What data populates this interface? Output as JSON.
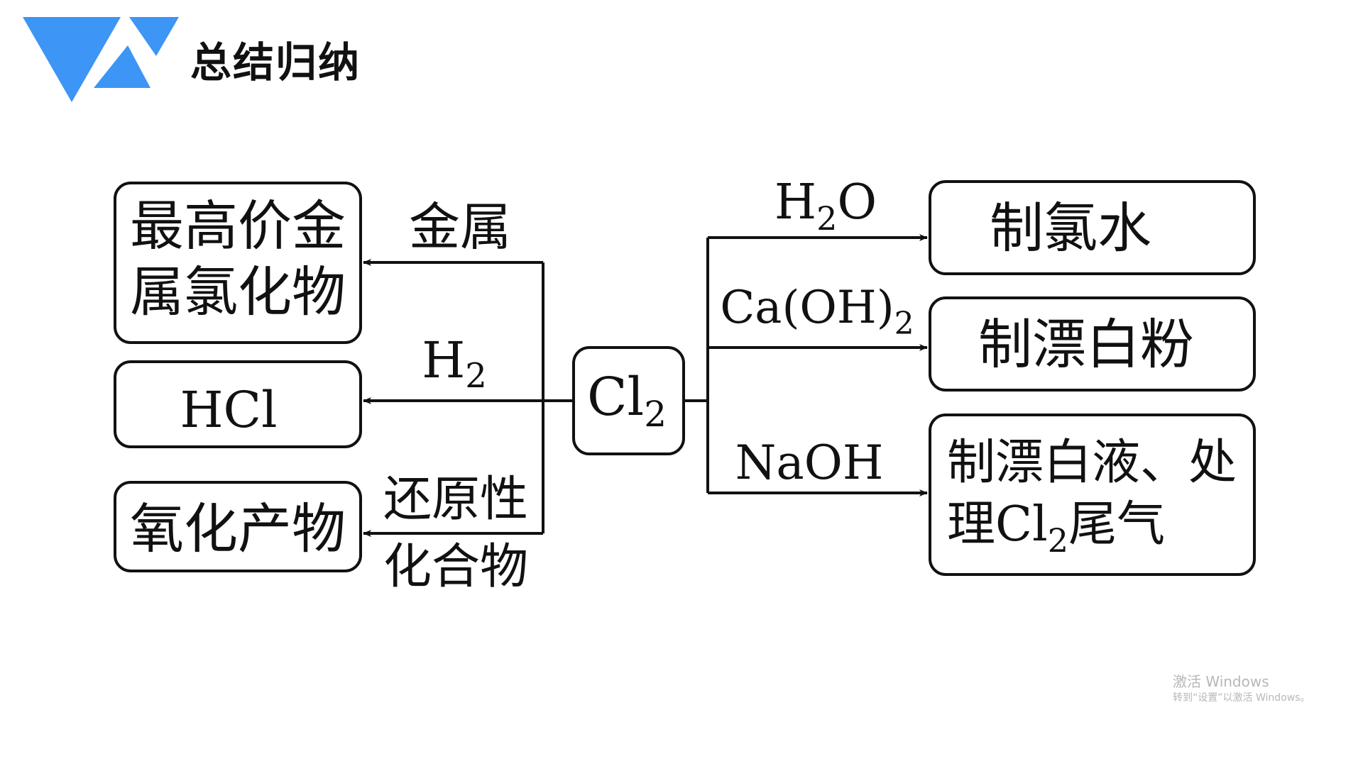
{
  "header": {
    "title": "总结归纳",
    "logo_color": "#3d95f5"
  },
  "diagram": {
    "center": {
      "main": "Cl",
      "sub": "2"
    },
    "left": [
      {
        "node": {
          "lines": [
            "最高价金",
            "属氯化物"
          ]
        },
        "reagent": {
          "lines": [
            "金属"
          ]
        }
      },
      {
        "node": {
          "main": "HCl"
        },
        "reagent": {
          "main": "H",
          "sub": "2"
        }
      },
      {
        "node": {
          "lines": [
            "氧化产物"
          ]
        },
        "reagent": {
          "lines": [
            "还原性",
            "化合物"
          ]
        }
      }
    ],
    "right": [
      {
        "node": {
          "lines": [
            "制氯水"
          ]
        },
        "reagent": {
          "main": "H",
          "sub": "2",
          "tail": "O"
        }
      },
      {
        "node": {
          "lines": [
            "制漂白粉"
          ]
        },
        "reagent": {
          "main": "Ca(OH)",
          "sub": "2"
        }
      },
      {
        "node": {
          "line1": "制漂白液、处",
          "line2_pre": "理Cl",
          "line2_sub": "2",
          "line2_post": "尾气"
        },
        "reagent": {
          "main": "NaOH"
        }
      }
    ]
  },
  "watermark": {
    "line1": "激活 Windows",
    "line2": "转到“设置”以激活 Windows。"
  }
}
